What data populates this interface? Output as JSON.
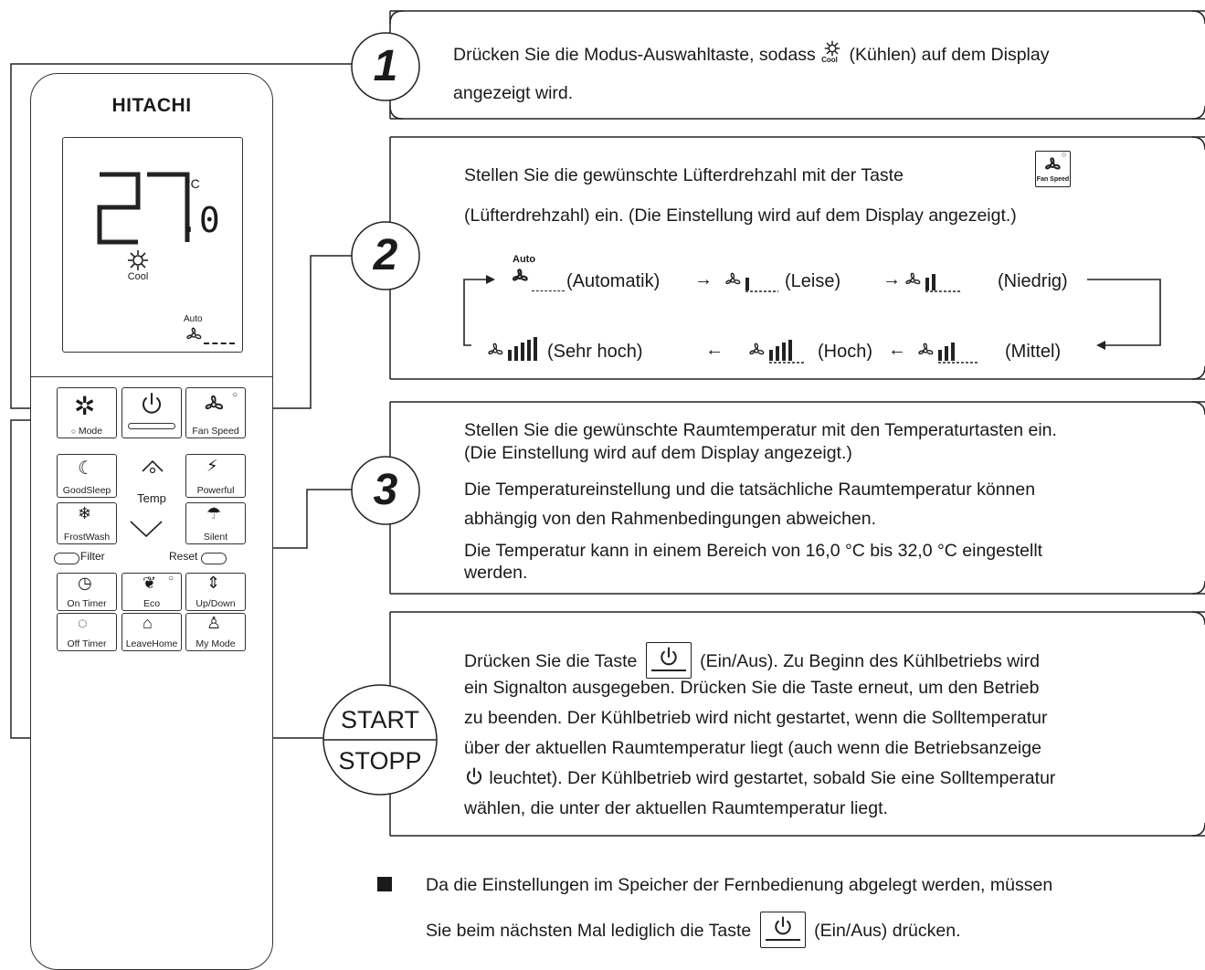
{
  "remote": {
    "brand": "HITACHI",
    "display": {
      "temp_main": "27",
      "temp_decimal": ".0",
      "unit": "°C",
      "mode_label": "Cool",
      "fan_label": "Auto"
    },
    "buttons": {
      "mode": "Mode",
      "fan_speed": "Fan Speed",
      "goodsleep": "GoodSleep",
      "temp": "Temp",
      "powerful": "Powerful",
      "frostwash": "FrostWash",
      "silent": "Silent",
      "filter": "Filter",
      "reset": "Reset",
      "on_timer": "On Timer",
      "eco": "Eco",
      "updown": "Up/Down",
      "off_timer": "Off Timer",
      "leavehome": "LeaveHome",
      "mymode": "My Mode"
    }
  },
  "steps": {
    "s1": {
      "number": "1",
      "line1_a": "Drücken Sie die Modus-Auswahltaste, sodass",
      "icon_label": "Cool",
      "line1_b": "(Kühlen) auf dem Display",
      "line2": "angezeigt wird."
    },
    "s2": {
      "number": "2",
      "line1": "Stellen Sie die gewünschte Lüfterdrehzahl mit der Taste",
      "key_label": "Fan Speed",
      "line2": "(Lüfterdrehzahl) ein. (Die Einstellung wird auf dem Display angezeigt.)",
      "auto_label": "Auto",
      "seq": {
        "automatik": "(Automatik)",
        "leise": "(Leise)",
        "niedrig": "(Niedrig)",
        "mittel": "(Mittel)",
        "hoch": "(Hoch)",
        "sehr_hoch": "(Sehr hoch)"
      }
    },
    "s3": {
      "number": "3",
      "lines": [
        "Stellen Sie die gewünschte Raumtemperatur mit den Temperaturtasten ein.",
        "(Die Einstellung wird auf dem Display angezeigt.)",
        "Die Temperatureinstellung und die tatsächliche Raumtemperatur können",
        "abhängig von den Rahmenbedingungen abweichen.",
        "Die Temperatur kann in einem Bereich von 16,0 °C bis 32,0 °C eingestellt",
        "werden."
      ]
    },
    "s4": {
      "start": "START",
      "stop": "STOPP",
      "line1_a": "Drücken Sie die Taste",
      "line1_b": "(Ein/Aus). Zu Beginn des Kühlbetriebs wird",
      "line2": "ein Signalton ausgegeben. Drücken Sie die Taste erneut, um den Betrieb",
      "line3": "zu beenden. Der Kühlbetrieb wird nicht gestartet, wenn die Solltemperatur",
      "line4": "über der aktuellen Raumtemperatur liegt (auch wenn die Betriebsanzeige",
      "line5": "leuchtet). Der Kühlbetrieb wird gestartet, sobald Sie eine Solltemperatur",
      "line6": "wählen, die unter der aktuellen Raumtemperatur liegt."
    }
  },
  "note": {
    "line1": "Da die Einstellungen im Speicher der Fernbedienung abgelegt werden, müssen",
    "line2_a": "Sie beim nächsten Mal lediglich die Taste",
    "line2_b": "(Ein/Aus) drücken."
  }
}
